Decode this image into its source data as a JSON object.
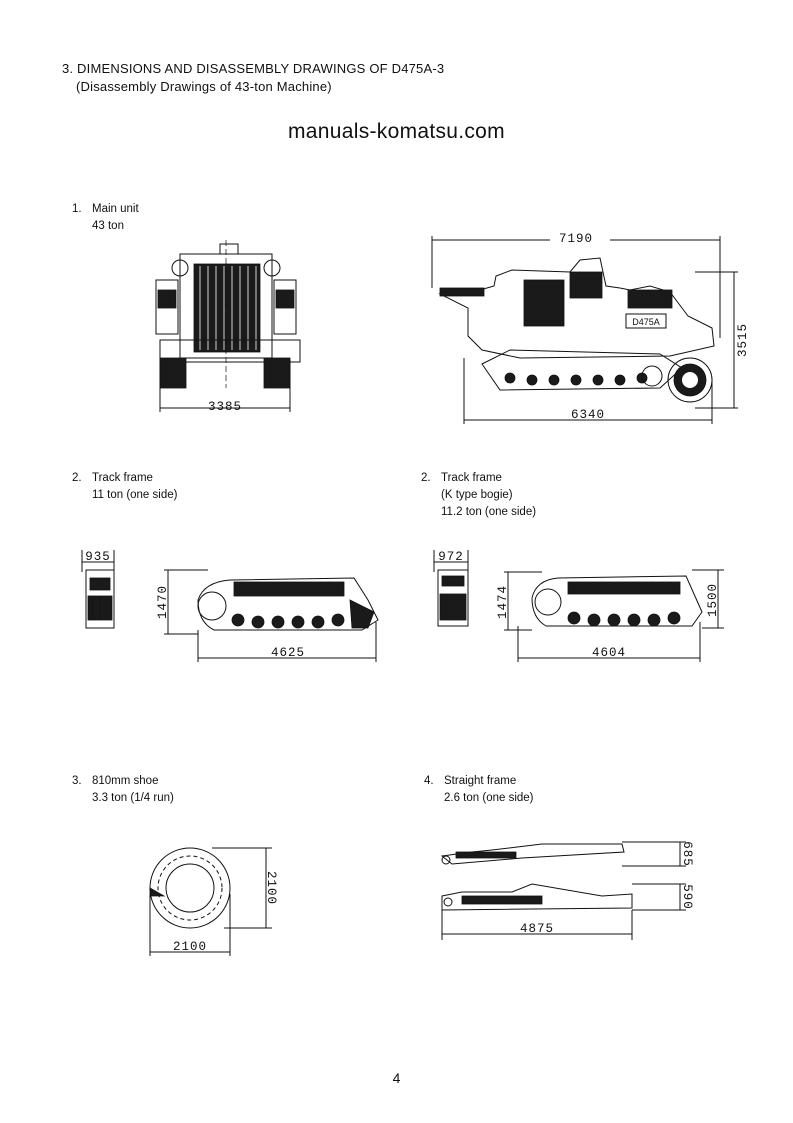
{
  "header": {
    "line1": "3. DIMENSIONS AND DISASSEMBLY DRAWINGS OF D475A-3",
    "line2": "(Disassembly Drawings of 43-ton Machine)"
  },
  "watermark": "manuals-komatsu.com",
  "sections": [
    {
      "num": "1.",
      "title": "Main unit",
      "weight": "43 ton",
      "dims": {
        "front_width": "3385",
        "overall_length": "7190",
        "track_length": "6340",
        "height": "3515"
      },
      "machine_label": "D475A"
    },
    {
      "num": "2.",
      "title": "Track frame",
      "weight": "11 ton (one side)",
      "dims": {
        "width": "935",
        "height": "1470",
        "length": "4625"
      }
    },
    {
      "num": "2.",
      "title": "Track frame",
      "subtitle": "(K type bogie)",
      "weight": "11.2 ton (one side)",
      "dims": {
        "width": "972",
        "height_left": "1474",
        "height_right": "1500",
        "length": "4604"
      }
    },
    {
      "num": "3.",
      "title": "810mm shoe",
      "weight": "3.3 ton (1/4 run)",
      "dims": {
        "width": "2100",
        "height": "2100"
      }
    },
    {
      "num": "4.",
      "title": "Straight frame",
      "weight": "2.6 ton (one side)",
      "dims": {
        "top_height": "685",
        "bottom_height": "590",
        "length": "4875"
      }
    }
  ],
  "page_number": "4"
}
